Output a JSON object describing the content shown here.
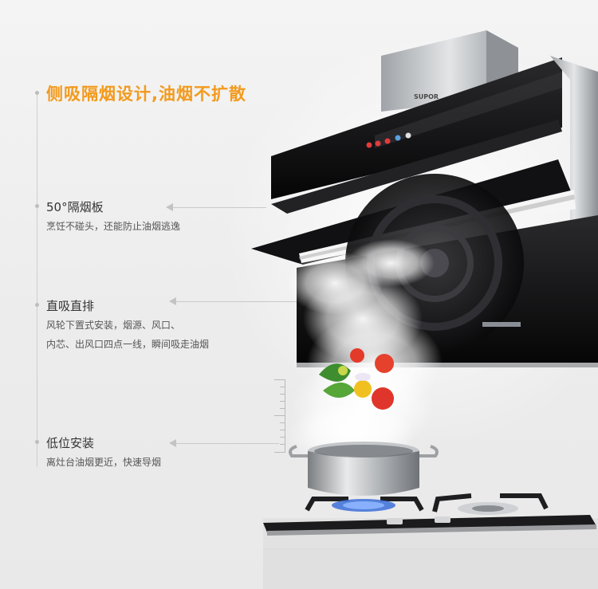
{
  "headline": {
    "text": "侧吸隔烟设计,油烟不扩散",
    "color": "#f39a1d"
  },
  "brand": {
    "logo_text": "SUPOR"
  },
  "features": [
    {
      "title": "50°隔烟板",
      "description_lines": [
        "烹饪不碰头，还能防止油烟逃逸"
      ]
    },
    {
      "title": "直吸直排",
      "description_lines": [
        "风轮下置式安装，烟源、风口、",
        "内芯、出风口四点一线，瞬间吸走油烟"
      ]
    },
    {
      "title": "低位安装",
      "description_lines": [
        "离灶台油烟更近，快速导烟"
      ]
    }
  ],
  "icons": {
    "hood": "range-hood-illustration",
    "pot": "steam-pot-illustration",
    "stove": "gas-stove-illustration",
    "smoke": "smoke-plume-illustration",
    "vegetables": "vegetables-illustration"
  }
}
